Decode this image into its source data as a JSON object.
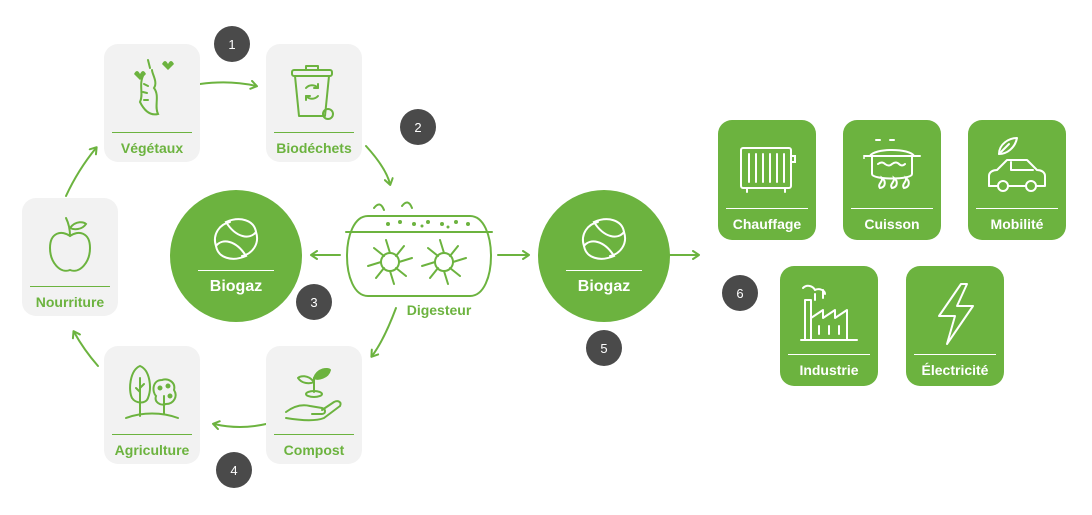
{
  "colors": {
    "accent": "#6cb33f",
    "badge": "#4a4a4a",
    "tile": "#f2f2f2"
  },
  "cycle": [
    {
      "label": "Végétaux",
      "icon": "eaten-apple-icon"
    },
    {
      "label": "Biodéchets",
      "icon": "recycling-bin-icon"
    },
    {
      "label": "Compost",
      "icon": "hand-sprout-icon"
    },
    {
      "label": "Agriculture",
      "icon": "trees-icon"
    },
    {
      "label": "Nourriture",
      "icon": "apple-icon"
    }
  ],
  "digester": {
    "label": "Digesteur",
    "icon": "digester-icon"
  },
  "biogaz_left": {
    "label": "Biogaz",
    "icon": "leaves-cycle-icon"
  },
  "biogaz_right": {
    "label": "Biogaz",
    "icon": "leaves-cycle-icon"
  },
  "uses": [
    {
      "label": "Chauffage",
      "icon": "radiator-icon"
    },
    {
      "label": "Cuisson",
      "icon": "cooking-pot-icon"
    },
    {
      "label": "Mobilité",
      "icon": "eco-car-icon"
    },
    {
      "label": "Industrie",
      "icon": "factory-icon"
    },
    {
      "label": "Électricité",
      "icon": "lightning-icon"
    }
  ],
  "steps": [
    "1",
    "2",
    "3",
    "4",
    "5",
    "6"
  ]
}
